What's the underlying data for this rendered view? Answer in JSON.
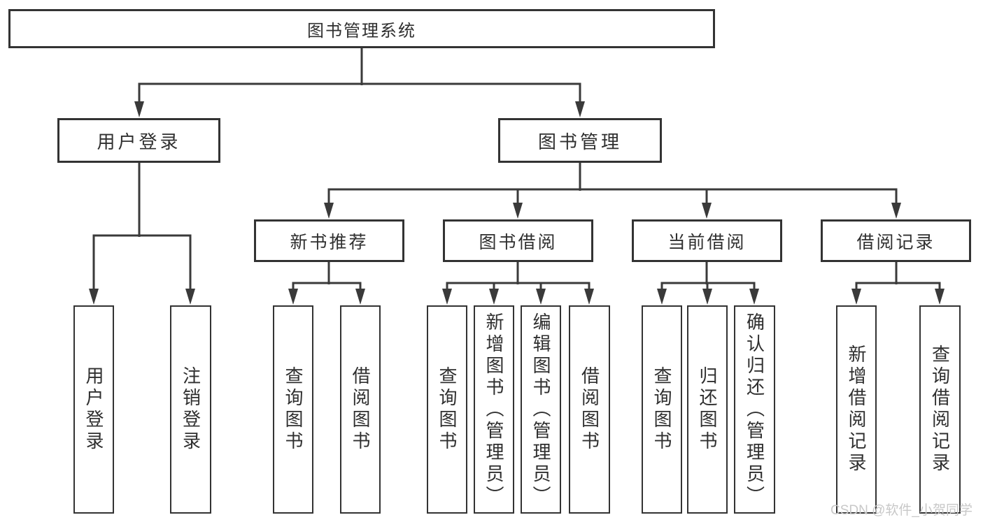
{
  "tree": {
    "root": "图书管理系统",
    "branches": [
      {
        "label": "用户登录",
        "leaves": [
          "用户登录",
          "注销登录"
        ]
      },
      {
        "label": "图书管理",
        "children": [
          {
            "label": "新书推荐",
            "leaves": [
              "查询图书",
              "借阅图书"
            ]
          },
          {
            "label": "图书借阅",
            "leaves": [
              "查询图书",
              "新增图书（管理员）",
              "编辑图书（管理员）",
              "借阅图书"
            ]
          },
          {
            "label": "当前借阅",
            "leaves": [
              "查询图书",
              "归还图书",
              "确认归还（管理员）"
            ]
          },
          {
            "label": "借阅记录",
            "leaves": [
              "新增借阅记录",
              "查询借阅记录"
            ]
          }
        ]
      }
    ]
  },
  "watermark": "CSDN @软件_小贺同学",
  "colors": {
    "line": "#3a3a3a",
    "border": "#333333",
    "text": "#2f2f2f",
    "watermark": "#c8c8c8"
  }
}
